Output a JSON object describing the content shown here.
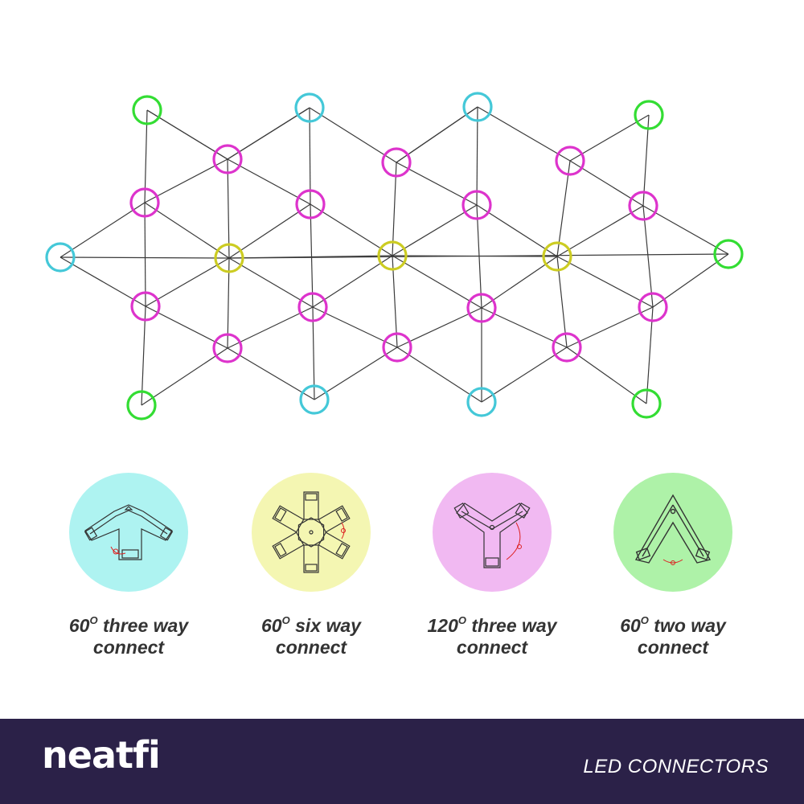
{
  "colors": {
    "line": "#3a3a3a",
    "corner": "#33dd33",
    "edge": "#44c8d8",
    "hub": "#cccc22",
    "joint": "#dd33cc",
    "background": "#ffffff",
    "footer_bg": "#2b2148",
    "footer_text": "#ffffff",
    "caption_text": "#333333"
  },
  "connectors": [
    {
      "angle": "60",
      "degree_mark": "O",
      "line1": " three way",
      "line2": "connect",
      "disc_color": "#aef3f1",
      "icon": "three-way-60-connector-icon"
    },
    {
      "angle": "60",
      "degree_mark": "O",
      "line1": " six way",
      "line2": "connect",
      "disc_color": "#f4f6b2",
      "icon": "six-way-60-connector-icon"
    },
    {
      "angle": "120",
      "degree_mark": "O",
      "line1": " three way",
      "line2": "connect",
      "disc_color": "#f1b9f2",
      "icon": "three-way-120-connector-icon"
    },
    {
      "angle": "60",
      "degree_mark": "O",
      "line1": " two way",
      "line2": "connect",
      "disc_color": "#aef2a8",
      "icon": "two-way-60-connector-icon"
    }
  ],
  "footer": {
    "brand": "neatfi",
    "label": "LED CONNECTORS"
  }
}
